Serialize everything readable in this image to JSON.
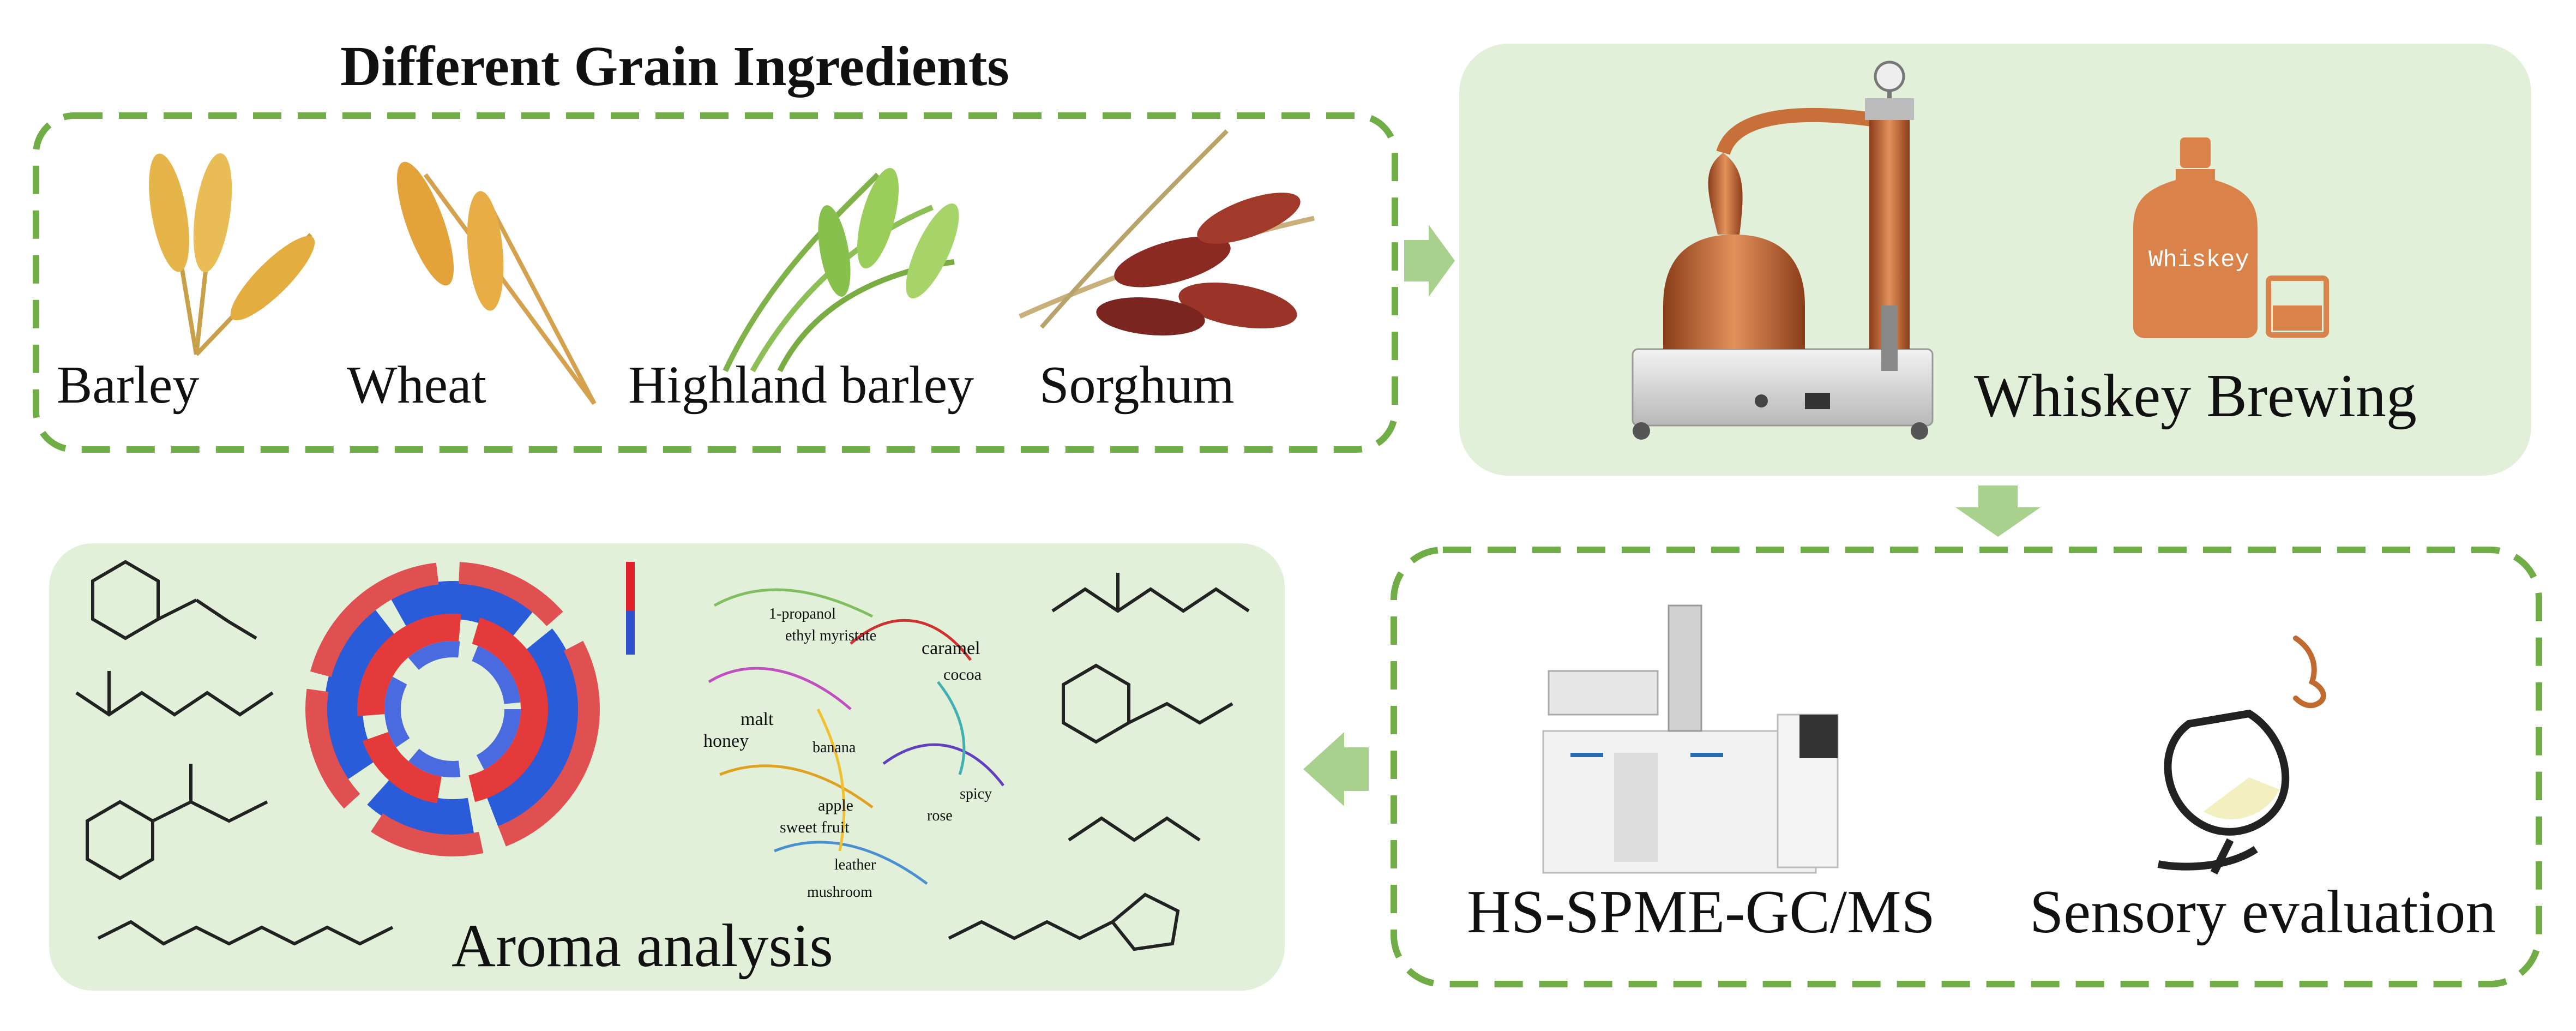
{
  "title": "Different Grain Ingredients",
  "grains": [
    "Barley",
    "Wheat",
    "Highland barley",
    "Sorghum"
  ],
  "brewing": {
    "label": "Whiskey Brewing",
    "bottle_text": "Whiskey"
  },
  "analysis": {
    "gcms_label": "HS-SPME-GC/MS",
    "sensory_label": "Sensory evaluation"
  },
  "aroma": {
    "label": "Aroma analysis",
    "network_nodes": [
      "malt",
      "honey",
      "caramel",
      "cocoa",
      "apple",
      "sweet fruit",
      "banana",
      "leather",
      "mushroom",
      "spicy",
      "rose",
      "ethyl myristate",
      "1-propanol"
    ]
  },
  "colors": {
    "dashed_border": "#70ad47",
    "panel_fill": "#e2f0d9",
    "arrow": "#a9d18e",
    "bottle": "#d9824a",
    "copper": "#c8703a",
    "heatmap_high": "#e0202a",
    "heatmap_low": "#2040d0"
  }
}
